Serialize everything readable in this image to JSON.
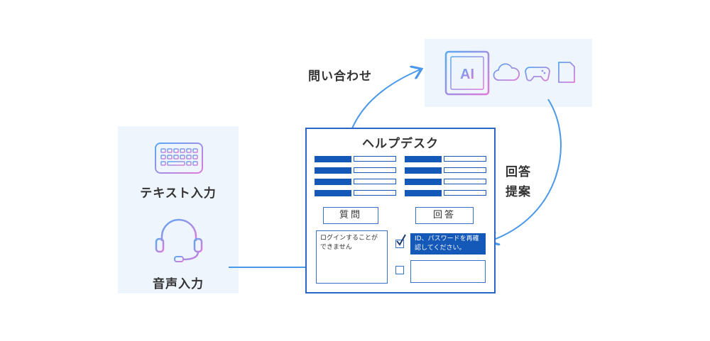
{
  "input_panel": {
    "text_input_label": "テキスト入力",
    "voice_input_label": "音声入力"
  },
  "flow": {
    "inquiry_label": "問い合わせ",
    "answer_suggestion_line1": "回答",
    "answer_suggestion_line2": "提案"
  },
  "ai_panel": {
    "chip_label": "AI",
    "icons": [
      "ai-chip-icon",
      "cloud-icon",
      "gamepad-icon",
      "document-icon"
    ]
  },
  "helpdesk": {
    "title": "ヘルプデスク",
    "question_button": "質問",
    "answer_button": "回答",
    "question_text": "ログインすることができません",
    "answer_text": "ID、パスワードを再確認してください。"
  },
  "colors": {
    "accent_blue": "#1458b8",
    "arrow_blue": "#4a98e8",
    "panel_bg": "#eef5fd",
    "gradient_start": "#5aa8f0",
    "gradient_end": "#e07ad8"
  }
}
